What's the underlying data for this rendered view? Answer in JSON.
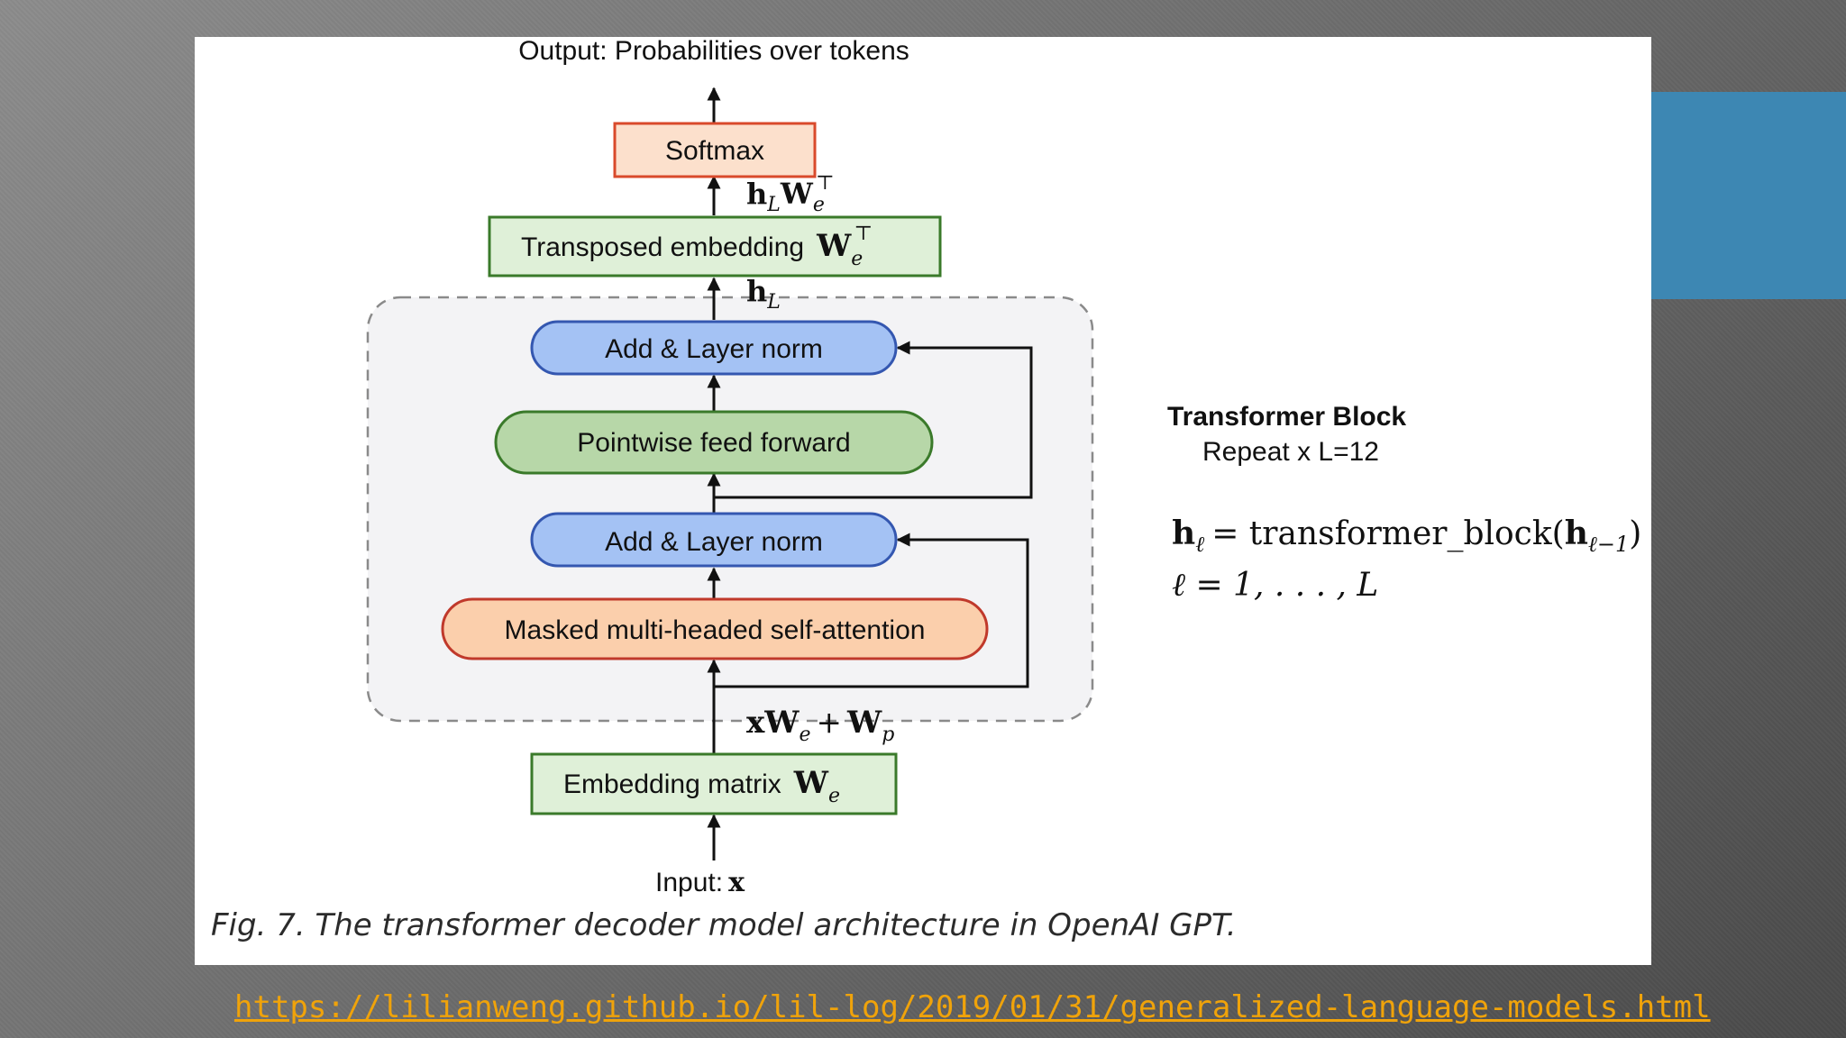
{
  "diagram": {
    "output_label": "Output: Probabilities over tokens",
    "input_label": "Input:",
    "input_var": "x",
    "nodes": {
      "softmax": "Softmax",
      "transposed_embedding": "Transposed embedding",
      "add_norm_top": "Add & Layer norm",
      "feed_forward": "Pointwise feed forward",
      "add_norm_bottom": "Add & Layer norm",
      "self_attention": "Masked multi-headed self-attention",
      "embedding_matrix": "Embedding matrix"
    },
    "block_title": "Transformer Block",
    "block_repeat": "Repeat x L=12",
    "equation_lhs": "h",
    "equation_rhs": "= transformer_block(",
    "equation_range": "ℓ = 1, . . . , L"
  },
  "caption": "Fig. 7. The transformer decoder model architecture in OpenAI GPT.",
  "source_link": "https://lilianweng.github.io/lil-log/2019/01/31/generalized-language-models.html",
  "colors": {
    "softmax_fill": "#fce0cc",
    "softmax_stroke": "#d94a2b",
    "embed_fill": "#dff0d8",
    "embed_stroke": "#3a7a2a",
    "norm_fill": "#a4c2f4",
    "norm_stroke": "#3457b0",
    "ff_fill": "#b7d7a8",
    "ff_stroke": "#3a7a2a",
    "attn_fill": "#fbcfac",
    "attn_stroke": "#c0392b",
    "accent": "#3d87b3",
    "link": "#f0a30a"
  }
}
